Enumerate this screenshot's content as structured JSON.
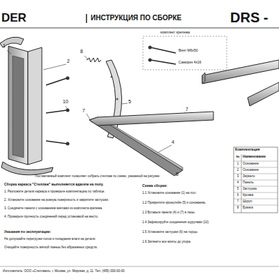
{
  "diagram": {
    "title": "ИНСТРУКЦИЯ ПО СБОРКЕ",
    "labels": [
      "DER",
      "DRS -",
      "1",
      "2",
      "10",
      "8",
      "5",
      "7",
      "7",
      "4",
      "6",
      "комплект крепежа",
      "Винт М6х50",
      "Саморез 4х16",
      "Комплектация",
      "№",
      "Наименование",
      "1",
      "Основание",
      "2",
      "Основание",
      "3",
      "Зеркало",
      "4",
      "Панель",
      "5",
      "Заглушка",
      "6",
      "Кромка",
      "7",
      "Шуруп",
      "8",
      "Бумага",
      "Поставляемый комплект позволяет собрать стеллаж по схеме, указанной на рисунке.",
      "Сборка каркаса \"Стеллаж\" выполняется вдвоём на полу.",
      "1. Разложите детали каркаса и проверьте комплектацию по таблице.",
      "2. Установите основание на ровную поверхность и закрепите заглушки.",
      "3. Соедините панели с основанием винтами из комплекта крепежа.",
      "4. Проверьте прочность соединений перед установкой на место.",
      "Указания по эксплуатации:",
      "Не допускайте перегрузки полок и попадания влаги на детали.",
      "Очищайте поверхность мягкой тканью без абразивных средств.",
      "Схема сборки:",
      "1.1 Установите основание (1) на пол.",
      "1.2 Прикрепите кронштейн (5) к основанию.",
      "1.3 Вставьте панели (4) и (7) в пазы.",
      "1.4 Зафиксируйте соединения шурупами (10).",
      "1.5 Установите заглушки (6) на торцы.",
      "1.6 Затяните все винты до упора.",
      "Изготовитель: ООО «Стеллажи», г. Москва, ул. Мирская, д. 11. Тел: (495) 000-00-00"
    ]
  }
}
